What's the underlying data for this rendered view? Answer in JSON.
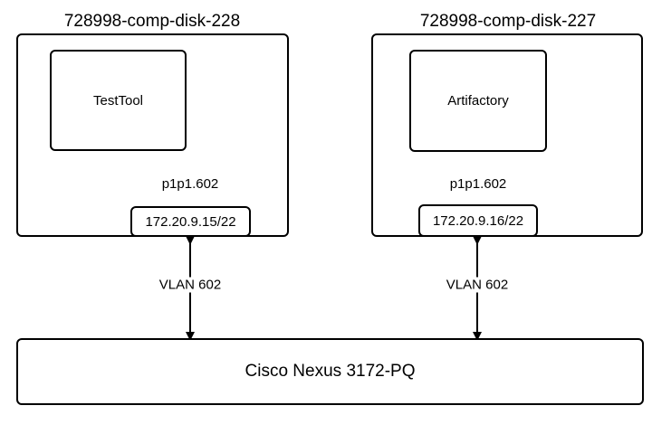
{
  "hosts": [
    {
      "name": "728998-comp-disk-228",
      "app": "TestTool",
      "interface": "p1p1.602",
      "ip": "172.20.9.15/22"
    },
    {
      "name": "728998-comp-disk-227",
      "app": "Artifactory",
      "interface": "p1p1.602",
      "ip": "172.20.9.16/22"
    }
  ],
  "links": [
    {
      "label": "VLAN 602"
    },
    {
      "label": "VLAN 602"
    }
  ],
  "switch": {
    "name": "Cisco Nexus 3172-PQ"
  }
}
